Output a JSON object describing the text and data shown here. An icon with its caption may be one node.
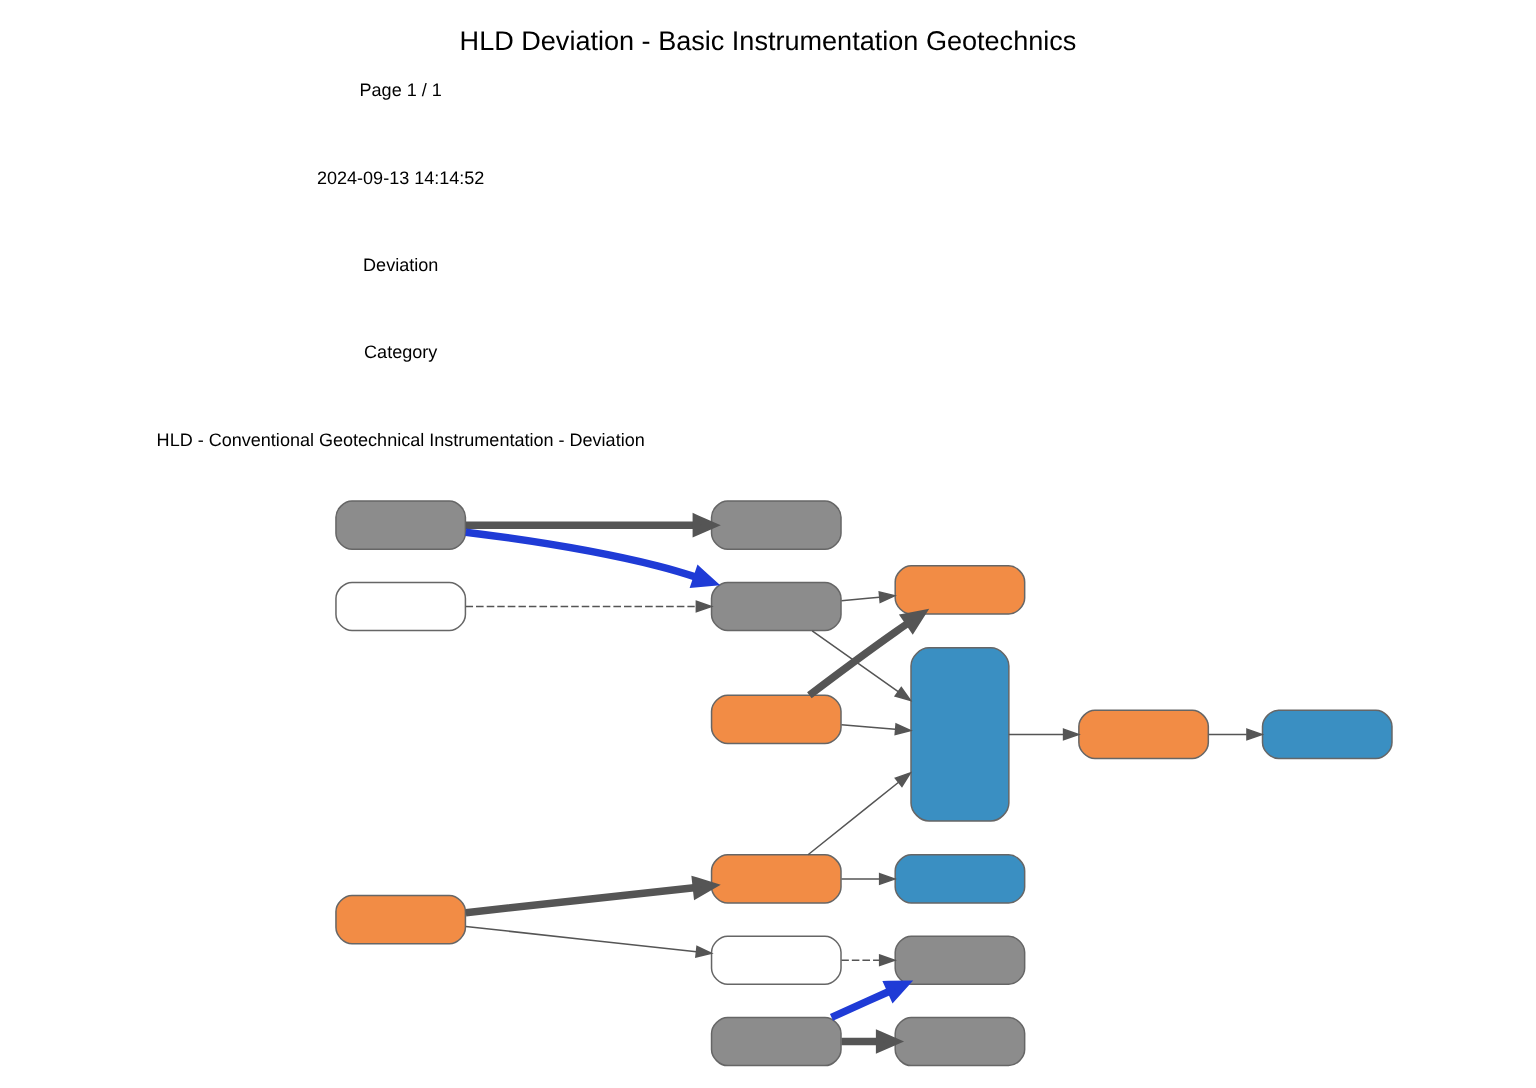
{
  "diagram": {
    "title": "HLD Deviation - Basic Instrumentation Geotechnics",
    "nodes": [
      {
        "text": [],
        "shape": "box"
      },
      {
        "text": [],
        "shape": "box"
      },
      {
        "text": [],
        "shape": "box"
      },
      {
        "text": [],
        "shape": "box"
      },
      {
        "text": [],
        "shape": "box"
      },
      {
        "text": [],
        "shape": "box"
      },
      {
        "text": [],
        "shape": "box"
      },
      {
        "text": [],
        "shape": "box"
      },
      {
        "text": [],
        "shape": "box"
      },
      {
        "text": [],
        "shape": "box"
      },
      {
        "text": [],
        "shape": "box"
      },
      {
        "text": [],
        "shape": "box"
      },
      {
        "text": [],
        "shape": "box"
      },
      {
        "text": [],
        "shape": "box"
      },
      {
        "text": [],
        "shape": "box"
      },
      {
        "text": [],
        "shape": "box"
      }
    ],
    "edges": [
      {
        "from": 1,
        "to": 0,
        "arrow": "to",
        "style": "thick"
      },
      {
        "from": 1,
        "to": 3,
        "arrow": "to",
        "style": "thick",
        "color": "#1f3bd6"
      },
      {
        "from": 2,
        "to": 3,
        "arrow": "to",
        "style": "dashed"
      },
      {
        "from": 3,
        "to": 4,
        "arrow": "to"
      },
      {
        "from": 5,
        "to": 4,
        "arrow": "to",
        "style": "thick"
      },
      {
        "from": 5,
        "to": 6,
        "arrow": "to"
      },
      {
        "from": 3,
        "to": 6,
        "arrow": "to"
      },
      {
        "from": 6,
        "to": 7,
        "arrow": "to"
      },
      {
        "from": 7,
        "to": 8,
        "arrow": "to"
      },
      {
        "from": 10,
        "to": 9,
        "arrow": "to",
        "style": "thick"
      },
      {
        "from": 10,
        "to": 12,
        "arrow": "to",
        "style": "thick",
        "color": "#1f3bd6"
      },
      {
        "from": 11,
        "to": 12,
        "arrow": "to",
        "style": "dashed"
      },
      {
        "from": 14,
        "to": 11,
        "arrow": "to"
      },
      {
        "from": 14,
        "to": 13,
        "arrow": "to",
        "style": "thick"
      },
      {
        "from": 13,
        "to": 6,
        "arrow": "to"
      },
      {
        "from": 13,
        "to": 15,
        "arrow": "to"
      }
    ],
    "labels": [
      "HLD - Conventional Geotechnical Instrumentation - Deviation",
      "Category",
      "Deviation",
      "2024-09-13 14:14:52",
      "Page 1 / 1"
    ]
  }
}
